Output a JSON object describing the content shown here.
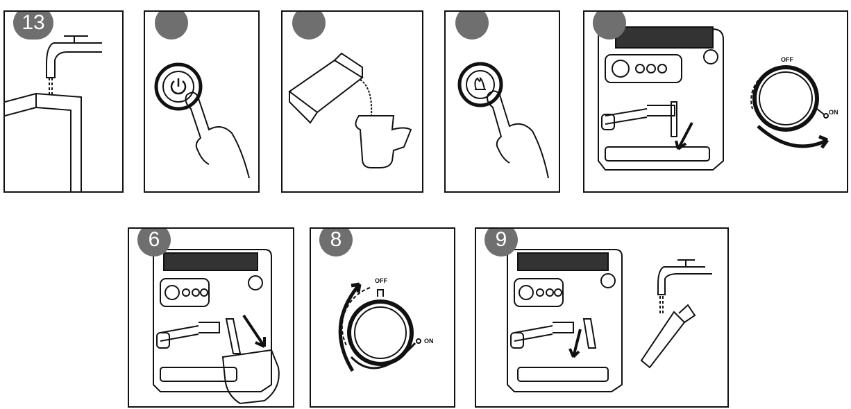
{
  "badges": {
    "step1": "1",
    "step1_suffix": "3",
    "step6": "6",
    "step8": "8",
    "step9": "9"
  },
  "knob_labels": {
    "off": "OFF",
    "on": "ON"
  },
  "colors": {
    "badge": "#6f6f6f",
    "line": "#111111"
  }
}
